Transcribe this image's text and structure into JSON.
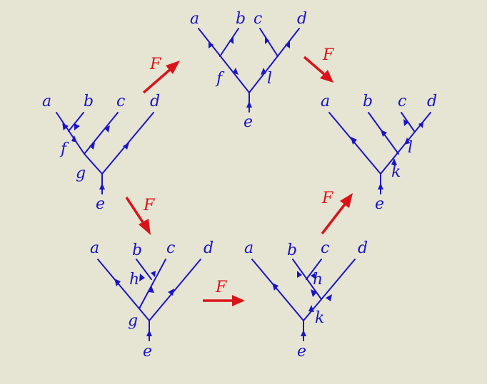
{
  "diagram": {
    "colors": {
      "background": "#e6e4d3",
      "tree": "#1a16c4",
      "functor": "#d8141a"
    },
    "trees": [
      {
        "id": "left",
        "leaves": [
          "a",
          "b",
          "c",
          "d"
        ],
        "internal": [
          "f",
          "g"
        ],
        "root": "e"
      },
      {
        "id": "top",
        "leaves": [
          "a",
          "b",
          "c",
          "d"
        ],
        "internal": [
          "f",
          "l"
        ],
        "root": "e"
      },
      {
        "id": "right",
        "leaves": [
          "a",
          "b",
          "c",
          "d"
        ],
        "internal": [
          "l",
          "k"
        ],
        "root": "e"
      },
      {
        "id": "bottom-left",
        "leaves": [
          "a",
          "b",
          "c",
          "d"
        ],
        "internal": [
          "h",
          "g"
        ],
        "root": "e"
      },
      {
        "id": "bottom-right",
        "leaves": [
          "a",
          "b",
          "c",
          "d"
        ],
        "internal": [
          "h",
          "k"
        ],
        "root": "e"
      }
    ],
    "functor_arrows": [
      {
        "id": "left-to-top",
        "label": "F"
      },
      {
        "id": "top-to-right",
        "label": "F"
      },
      {
        "id": "left-to-bottomleft",
        "label": "F"
      },
      {
        "id": "bottomleft-to-bottomright",
        "label": "F"
      },
      {
        "id": "bottomright-to-right",
        "label": "F"
      }
    ]
  }
}
